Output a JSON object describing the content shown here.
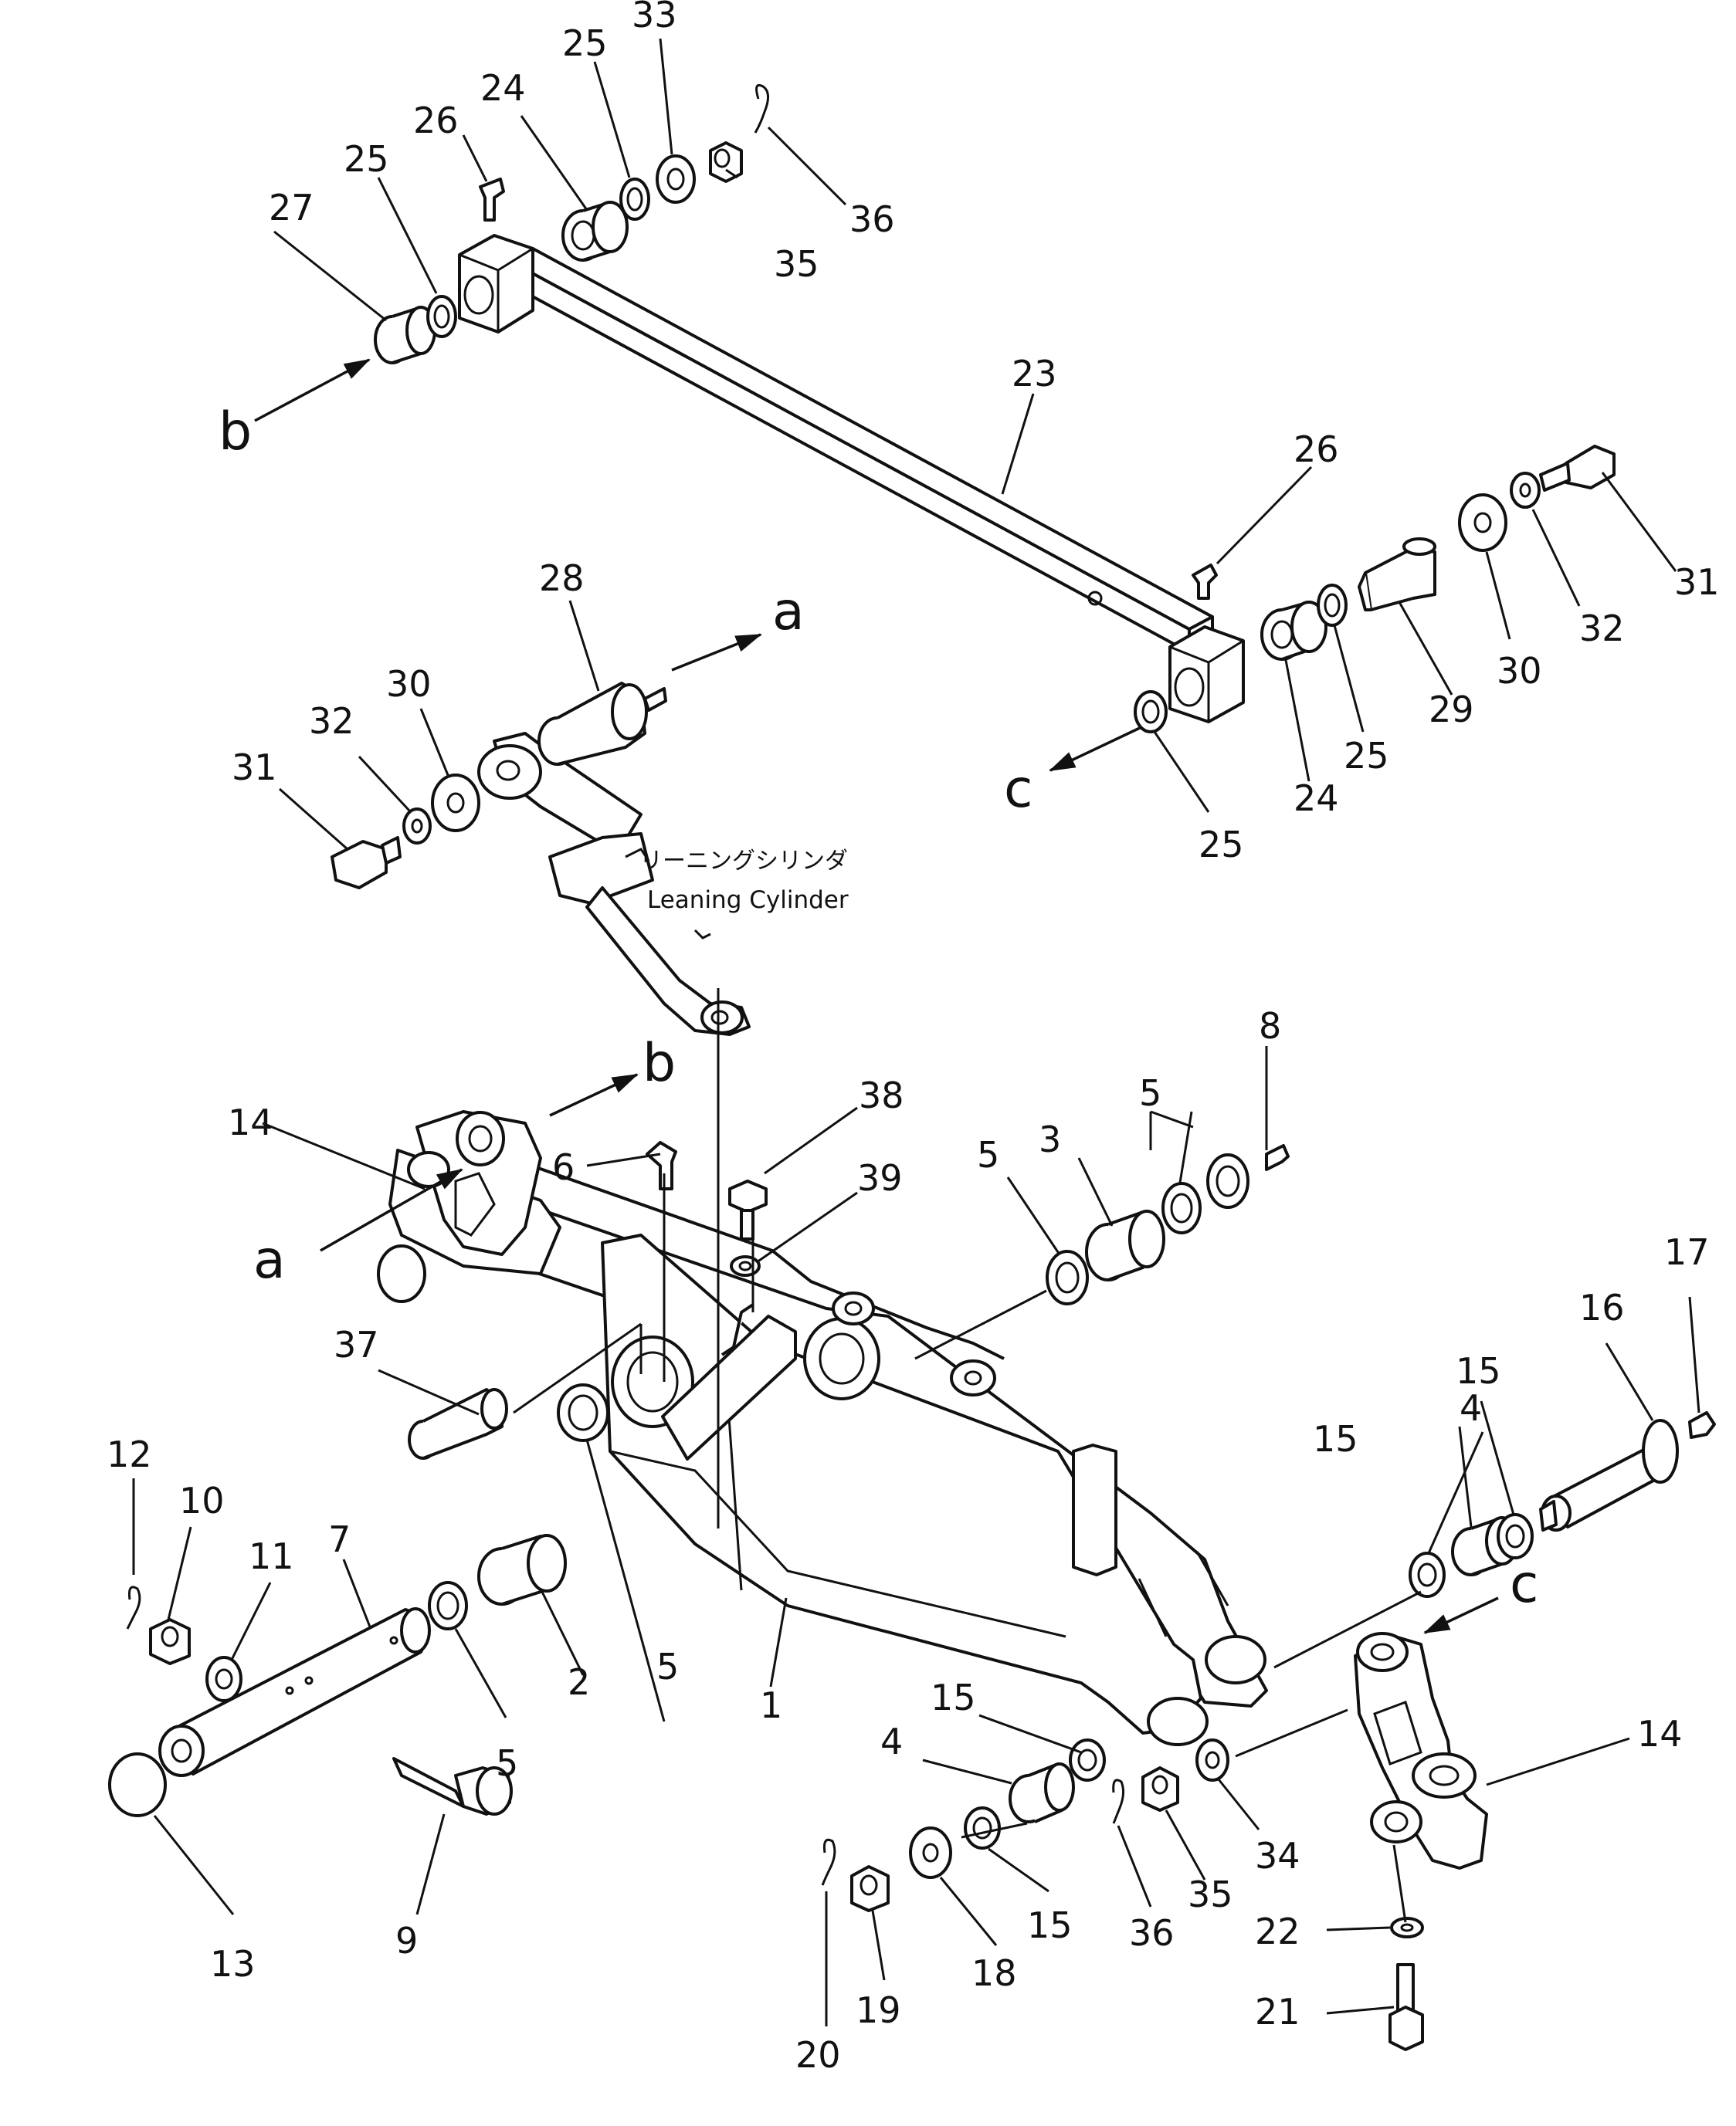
{
  "labels": {
    "leaning_cylinder_jp": "リーニングシリンダ",
    "leaning_cylinder_en": "Leaning Cylinder"
  },
  "callouts": [
    "1",
    "2",
    "3",
    "4",
    "5",
    "6",
    "7",
    "8",
    "9",
    "10",
    "11",
    "12",
    "13",
    "14",
    "15",
    "16",
    "17",
    "18",
    "19",
    "20",
    "21",
    "22",
    "23",
    "24",
    "25",
    "26",
    "27",
    "28",
    "29",
    "30",
    "31",
    "32",
    "33",
    "34",
    "35",
    "36",
    "37",
    "38",
    "39"
  ],
  "view_letters": [
    "a",
    "b",
    "c"
  ],
  "colors": {
    "ink": "#111111",
    "paper": "#ffffff"
  }
}
